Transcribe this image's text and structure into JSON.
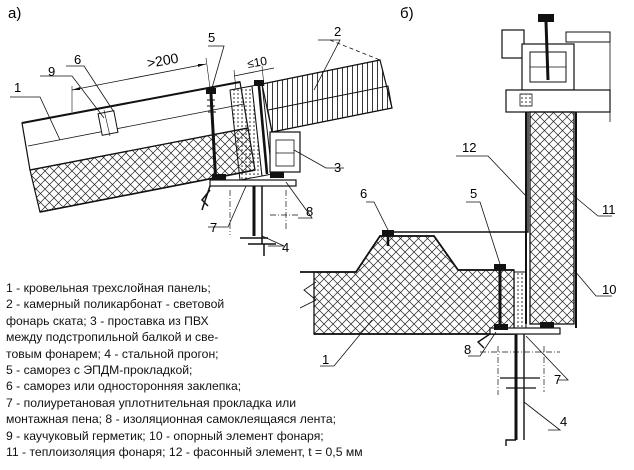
{
  "views": {
    "a": {
      "letter": "а)"
    },
    "b": {
      "letter": "б)"
    }
  },
  "dimensions": {
    "spacing": ">200",
    "gap": "≤10"
  },
  "callouts": [
    "1",
    "2",
    "3",
    "4",
    "5",
    "6",
    "7",
    "8",
    "9",
    "10",
    "11",
    "12"
  ],
  "legend": [
    "1 - кровельная трехслойная панель;",
    "2 - камерный поликарбонат - световой",
    "фонарь ската; 3 - проставка из ПВХ",
    "между подстропильной балкой и све-",
    "товым фонарем; 4 - стальной прогон;",
    "5 - саморез с ЭПДМ-прокладкой;",
    "6 - саморез или односторонняя заклепка;",
    "7 - полиуретановая уплотнительная прокладка или",
    "монтажная пена; 8 - изоляционная самоклеящаяся лента;",
    "9 - каучуковый герметик; 10 - опорный элемент фонаря;",
    "11 - теплоизоляция фонаря; 12 - фасонный элемент, t = 0,5 мм"
  ],
  "colors": {
    "line": "#111111",
    "hatch": "#222222",
    "background": "#ffffff"
  }
}
